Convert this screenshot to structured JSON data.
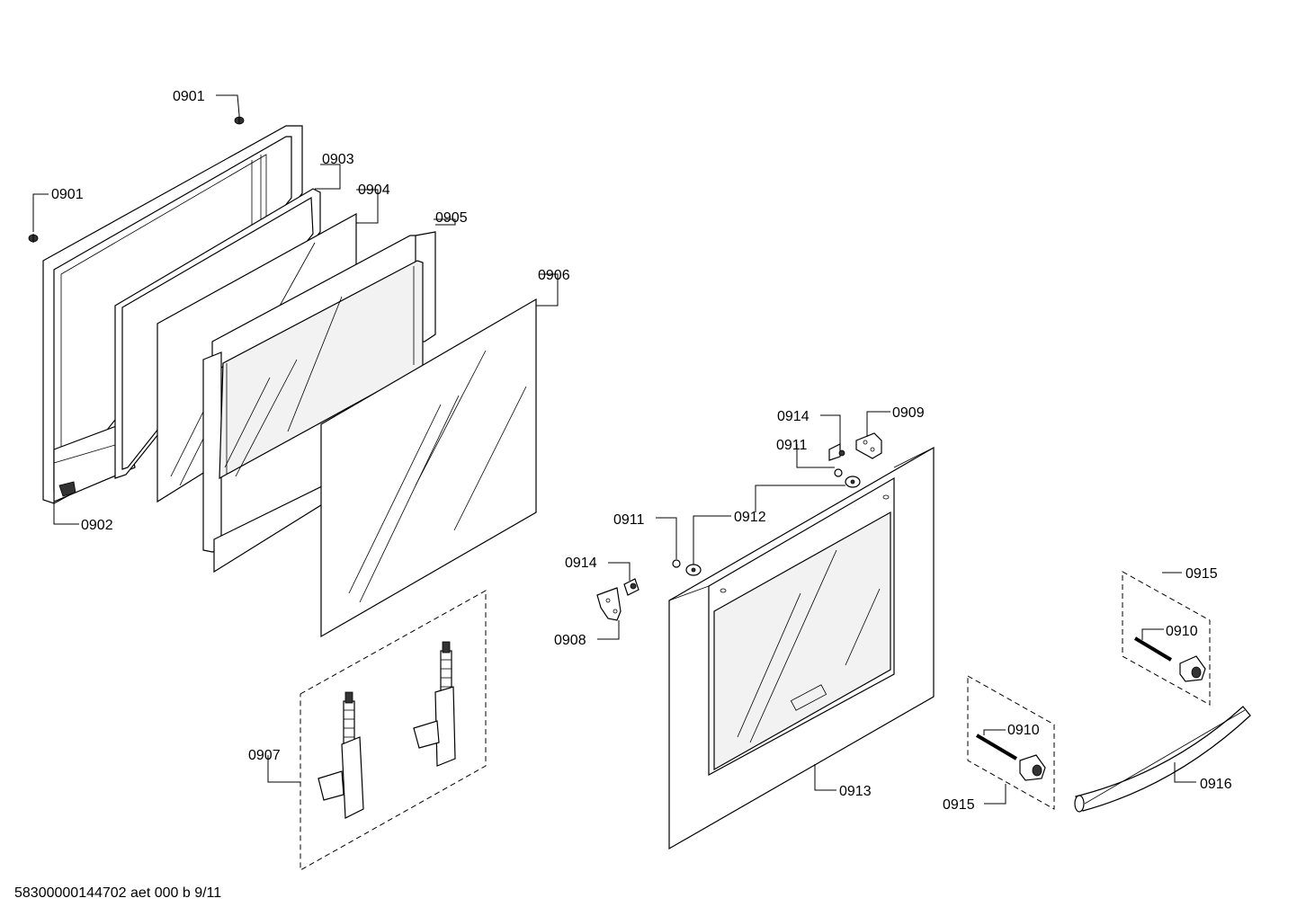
{
  "callouts": {
    "c0901a": "0901",
    "c0901b": "0901",
    "c0902": "0902",
    "c0903": "0903",
    "c0904": "0904",
    "c0905": "0905",
    "c0906": "0906",
    "c0907": "0907",
    "c0908": "0908",
    "c0909": "0909",
    "c0910a": "0910",
    "c0910b": "0910",
    "c0911a": "0911",
    "c0911b": "0911",
    "c0912": "0912",
    "c0913": "0913",
    "c0914a": "0914",
    "c0914b": "0914",
    "c0915a": "0915",
    "c0915b": "0915",
    "c0916": "0916"
  },
  "footer": {
    "drawing_id": "58300000144702 aet 000 b 9/11"
  }
}
